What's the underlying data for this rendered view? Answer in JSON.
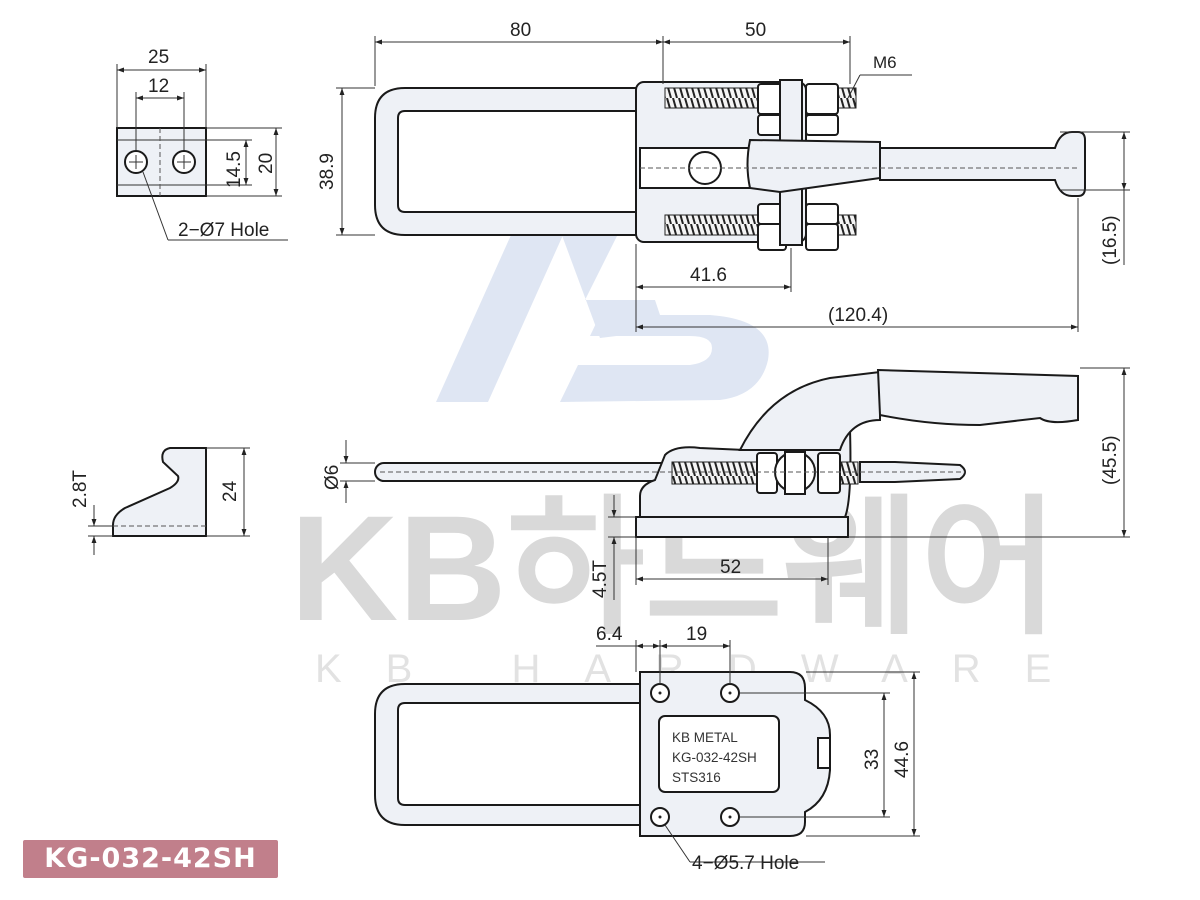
{
  "watermark": {
    "brand": "KB하드웨어",
    "sub": "KB HARDWARE"
  },
  "model_badge": "KG-032-42SH",
  "nameplate": {
    "line1": "KB METAL",
    "line2": "KG-032-42SH",
    "line3": "STS316"
  },
  "dims": {
    "top_width_a": "80",
    "top_width_b": "50",
    "thread": "M6",
    "top_height": "38.9",
    "hinge_offset": "41.6",
    "overall_length": "(120.4)",
    "handle_offset": "(16.5)",
    "base_width": "25",
    "hole_pitch": "12",
    "base_height": "20",
    "hole_height": "14.5",
    "base_holes": "2−Ø7 Hole",
    "rod_dia": "Ø6",
    "overall_height": "(45.5)",
    "base_thickness": "4.5T",
    "base_length": "52",
    "catch_thickness": "2.8T",
    "catch_height": "24",
    "plate_offset": "6.4",
    "plate_pitch": "19",
    "plate_hole_span": "33",
    "plate_height": "44.6",
    "plate_holes": "4−Ø5.7 Hole"
  }
}
